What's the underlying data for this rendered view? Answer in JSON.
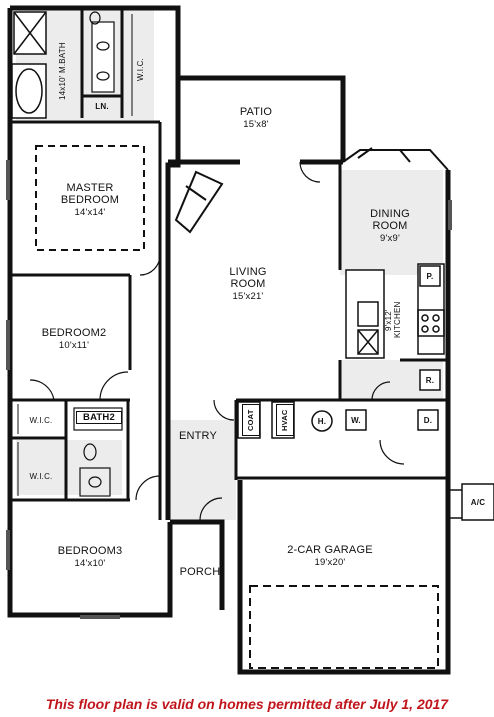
{
  "rooms": {
    "m_bath": {
      "name": "M.BATH",
      "dim": "14x10'"
    },
    "wic_top": {
      "name": "W.I.C."
    },
    "ln": {
      "name": "LN."
    },
    "patio": {
      "name": "PATIO",
      "dim": "15'x8'"
    },
    "master_bedroom": {
      "name_line1": "MASTER",
      "name_line2": "BEDROOM",
      "dim": "14'x14'"
    },
    "dining": {
      "name_line1": "DINING",
      "name_line2": "ROOM",
      "dim": "9'x9'"
    },
    "living": {
      "name_line1": "LIVING",
      "name_line2": "ROOM",
      "dim": "15'x21'"
    },
    "kitchen": {
      "name": "KITCHEN",
      "dim": "9'x12'"
    },
    "bedroom2": {
      "name": "BEDROOM2",
      "dim": "10'x11'"
    },
    "wic_1": {
      "name": "W.I.C."
    },
    "bath2": {
      "name": "BATH2"
    },
    "wic_2": {
      "name": "W.I.C."
    },
    "entry": {
      "name": "ENTRY"
    },
    "coat": {
      "name": "COAT"
    },
    "hvac": {
      "name": "HVAC"
    },
    "garage": {
      "name": "2-CAR GARAGE",
      "dim": "19'x20'"
    },
    "bedroom3": {
      "name": "BEDROOM3",
      "dim": "14'x10'"
    },
    "porch": {
      "name": "PORCH"
    }
  },
  "appliances": {
    "pantry": "P.",
    "refrigerator": "R.",
    "water_heater": "H.",
    "washer": "W.",
    "dryer": "D.",
    "ac": "A/C"
  },
  "disclaimer": "This floor plan is valid on homes permitted after July 1, 2017"
}
